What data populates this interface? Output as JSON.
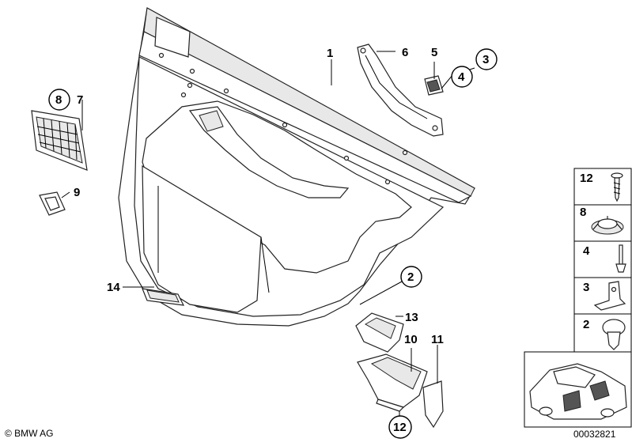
{
  "labels": {
    "l1": "1",
    "l2": "2",
    "l3": "3",
    "l4": "4",
    "l5": "5",
    "l6": "6",
    "l7": "7",
    "l8": "8",
    "l9": "9",
    "l10": "10",
    "l11": "11",
    "l12": "12",
    "l13": "13",
    "l14": "14"
  },
  "side_panel": {
    "rows": [
      "12",
      "8",
      "4",
      "3",
      "2"
    ]
  },
  "footer": {
    "copyright": "© BMW AG",
    "diagram_number": "00032821"
  },
  "colors": {
    "line": "#222222",
    "shade": "#e8e8e8",
    "dark": "#555555"
  }
}
